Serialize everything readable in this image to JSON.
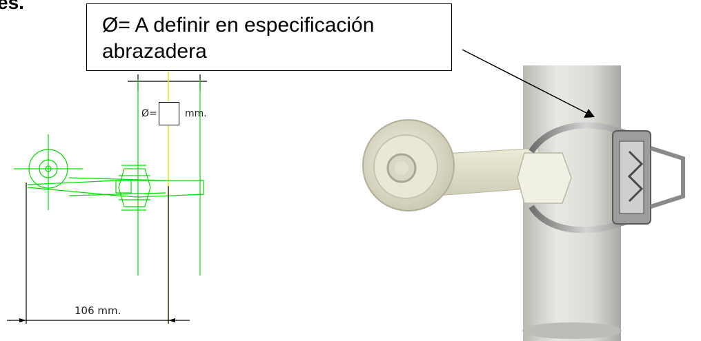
{
  "heading": "es.",
  "callout": {
    "line1": "Ø= A definir en especificación",
    "line2": "abrazadera"
  },
  "drawing": {
    "diameter_prefix": "Ø=",
    "diameter_unit": "mm.",
    "length_dimension": "106  mm."
  },
  "colors": {
    "drawing_lines": "#00dd00",
    "axis": "#e8e800",
    "dimension": "#000000"
  }
}
